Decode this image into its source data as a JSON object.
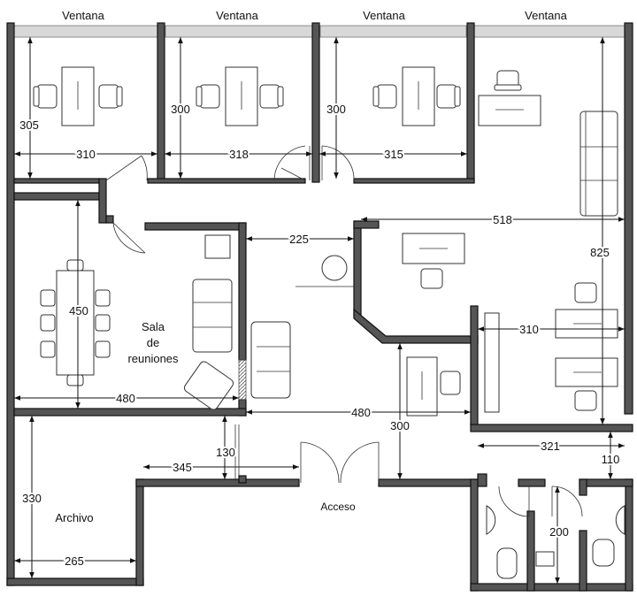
{
  "windows": [
    "Ventana",
    "Ventana",
    "Ventana",
    "Ventana"
  ],
  "rooms": {
    "meeting": [
      "Sala",
      "de",
      "reuniones"
    ],
    "archive": "Archivo",
    "entrance": "Acceso"
  },
  "dimensions": {
    "office1_height": "305",
    "office1_width": "310",
    "office2_height": "300",
    "office2_width": "318",
    "office3_height": "300",
    "office3_width": "315",
    "corridor": "225",
    "open_office_width": "518",
    "right_height": "825",
    "meeting_height": "450",
    "meeting_width": "480",
    "right_desks_width": "310",
    "hall_width": "480",
    "entrance_height": "300",
    "lower_right_width": "321",
    "lower_right_height": "110",
    "hall_gap_width": "345",
    "hall_gap_height": "130",
    "archive_height": "330",
    "archive_width": "265",
    "bath_height": "200"
  }
}
